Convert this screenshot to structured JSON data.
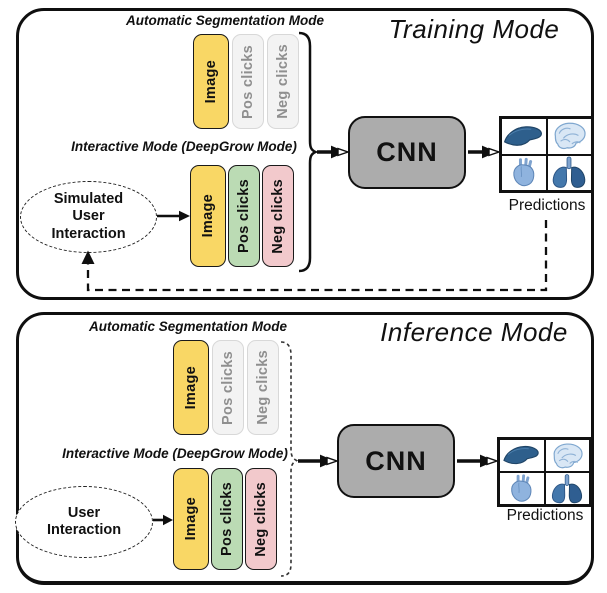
{
  "training": {
    "title": "Training Mode",
    "auto_section_label": "Automatic Segmentation Mode",
    "interactive_section_label": "Interactive Mode (DeepGrow Mode)",
    "auto_inputs": [
      "Image",
      "Pos clicks",
      "Neg clicks"
    ],
    "interactive_inputs": [
      "Image",
      "Pos clicks",
      "Neg clicks"
    ],
    "user_node_label": "Simulated User Interaction",
    "model_label": "CNN",
    "predictions_label": "Predictions",
    "prediction_icons": [
      "liver-icon",
      "brain-icon",
      "heart-icon",
      "lungs-icon"
    ],
    "feedback_loop": true
  },
  "inference": {
    "title": "Inference Mode",
    "auto_section_label": "Automatic Segmentation Mode",
    "interactive_section_label": "Interactive Mode (DeepGrow Mode)",
    "auto_inputs": [
      "Image",
      "Pos clicks",
      "Neg clicks"
    ],
    "interactive_inputs": [
      "Image",
      "Pos clicks",
      "Neg clicks"
    ],
    "user_node_label": "User Interaction",
    "model_label": "CNN",
    "predictions_label": "Predictions",
    "prediction_icons": [
      "liver-icon",
      "brain-icon",
      "heart-icon",
      "lungs-icon"
    ],
    "feedback_loop": false
  },
  "colors": {
    "image_box": "#F9D765",
    "pos_clicks_box": "#BBDBB4",
    "neg_clicks_box": "#F2C9CC",
    "inactive_box": "#F3F3F3",
    "inactive_text": "#8F8F8F",
    "cnn_box": "#ACACAC",
    "outline": "#111111",
    "organ_dark_blue": "#2E5F8C",
    "organ_mid_blue": "#8FB3DE",
    "organ_light_blue": "#D9E7F5"
  }
}
